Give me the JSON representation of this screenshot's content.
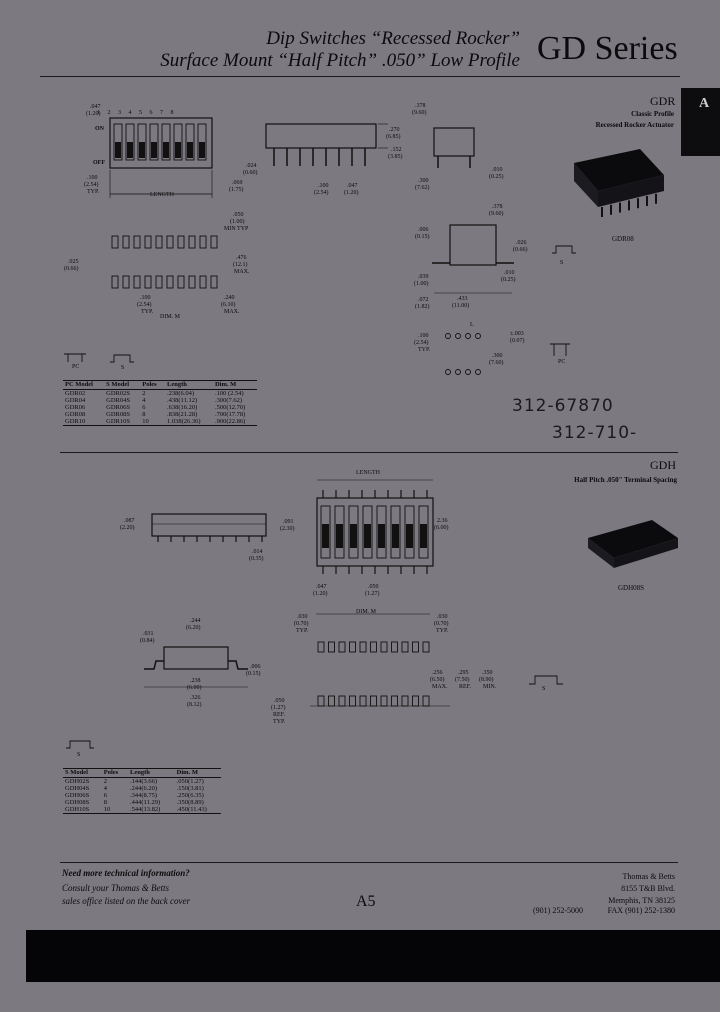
{
  "header": {
    "line1": "Dip Switches “Recessed Rocker”",
    "line2": "Surface Mount “Half Pitch” .050” Low Profile",
    "series": "GD Series",
    "tab_letter": "A"
  },
  "gdr": {
    "code": "GDR",
    "line1": "Classic Profile",
    "line2": "Recessed Rocker Actuator",
    "photo_label": "GDR08",
    "on": "ON",
    "off": "OFF",
    "positions": [
      "1",
      "2",
      "3",
      "4",
      "5",
      "6",
      "7",
      "8"
    ],
    "dims": {
      "d047": ".047",
      "d047mm": "(1.20)",
      "d100typ": ".100",
      "d100typmm": "(2.54)",
      "typ": "TYP.",
      "d069": ".069",
      "d069mm": "(1.75)",
      "length": "LENGTH",
      "d024": ".024",
      "d024mm": "(0.60)",
      "d100": ".100",
      "d100mm": "(2.54)",
      "d047b": ".047",
      "d047bmm": "(1.20)",
      "d270": ".270",
      "d270mm": "(6.85)",
      "d152": ".152",
      "d152mm": "(3.85)",
      "d378": ".378",
      "d378mm": "(9.60)",
      "d300": ".300",
      "d300mm": "(7.62)",
      "d010": ".010",
      "d010mm": "(0.25)",
      "d050": ".050",
      "d050mm": "(1.00)",
      "mintyp": "MIN TYP",
      "d025": ".025",
      "d025mm": "(0.66)",
      "d476": ".476",
      "d476mm": "(12.1)",
      "max": "MAX.",
      "d100c": ".100",
      "d100cmm": "(2.54)",
      "d240": ".240",
      "d240mm": "(6.10)",
      "dimm": "DIM. M",
      "d378b": ".378",
      "d378bmm": "(9.60)",
      "d006": ".006",
      "d006mm": "(0.15)",
      "d026": ".026",
      "d026mm": "(0.66)",
      "d039": ".039",
      "d039mm": "(1.00)",
      "d010b": ".010",
      "d010bmm": "(0.25)",
      "d072": ".072",
      "d072mm": "(1.82)",
      "d433": ".433",
      "d433mm": "(11.00)",
      "d100d": ".100",
      "d100dmm": "(2.54)",
      "l": "L",
      "d003": "±.003",
      "d003mm": "(0.07)",
      "d300b": ".300",
      "d300bmm": "(7.60)"
    },
    "icons": {
      "pc": "PC",
      "s": "S"
    },
    "table": {
      "headers": [
        "PC Model",
        "S Model",
        "Poles",
        "Length",
        "Dim. M"
      ],
      "rows": [
        [
          "GDR02",
          "GDR02S",
          "2",
          ".238(6.04)",
          ".100 (2.54)"
        ],
        [
          "GDR04",
          "GDR04S",
          "4",
          ".438(11.12)",
          ".300(7.62)"
        ],
        [
          "GDR06",
          "GDR06S",
          "6",
          ".638(16.20)",
          ".500(12.70)"
        ],
        [
          "GDR08",
          "GDR08S",
          "8",
          ".838(21.28)",
          ".700(17.78)"
        ],
        [
          "GDR10",
          "GDR10S",
          "10",
          "1.038(26.36)",
          ".900(22.86)"
        ]
      ]
    }
  },
  "handwriting": {
    "a": "312-67870",
    "b": "312-710-"
  },
  "gdh": {
    "code": "GDH",
    "line1": "Half Pitch .050\" Terminal Spacing",
    "photo_label": "GDH08S",
    "dims": {
      "length": "LENGTH",
      "d087": ".087",
      "d087mm": "(2.20)",
      "d091": ".091",
      "d091mm": "(2.30)",
      "d014": ".014",
      "d014mm": "(0.35)",
      "d236": "2.36",
      "d236mm": "(6.00)",
      "d047": ".047",
      "d047mm": "(1.20)",
      "d050": ".050",
      "d050mm": "(1.27)",
      "d030": ".030",
      "d030mm": "(0.70)",
      "typ": "TYP.",
      "dimm": "DIM. M",
      "d030b": ".030",
      "d030bmm": "(0.70)",
      "d031": ".031",
      "d031mm": "(0.84)",
      "d244": ".244",
      "d244mm": "(6.20)",
      "d006": ".006",
      "d006mm": "(0.15)",
      "d238": ".238",
      "d238mm": "(6.00)",
      "d326": ".326",
      "d326mm": "(8.12)",
      "d050b": ".050",
      "d050bmm": "(1.27)",
      "ref": "REF.",
      "typ2": "TYP.",
      "d256": ".256",
      "d256mm": "(6.50)",
      "max": "MAX.",
      "d295": ".295",
      "d295mm": "(7.50)",
      "ref2": "REF.",
      "d350": ".350",
      "d350mm": "(8.90)",
      "min": "MIN."
    },
    "icons": {
      "s": "S"
    },
    "table": {
      "headers": [
        "S Model",
        "Poles",
        "Length",
        "Dim. M"
      ],
      "rows": [
        [
          "GDH02S",
          "2",
          ".144(3.66)",
          ".050(1.27)"
        ],
        [
          "GDH04S",
          "4",
          ".244(6.20)",
          ".150(3.81)"
        ],
        [
          "GDH06S",
          "6",
          ".344(8.75)",
          ".250(6.35)"
        ],
        [
          "GDH08S",
          "8",
          ".444(11.29)",
          ".350(8.89)"
        ],
        [
          "GDH10S",
          "10",
          ".544(13.82)",
          ".450(11.43)"
        ]
      ]
    }
  },
  "footer": {
    "q": "Need more technical information?",
    "c1": "Consult your Thomas & Betts",
    "c2": "sales office listed on the back cover",
    "page": "A5",
    "company": "Thomas & Betts",
    "addr1": "8155 T&B Blvd.",
    "addr2": "Memphis, TN 38125",
    "phone": "(901) 252-5000",
    "fax": "FAX (901) 252-1380"
  }
}
